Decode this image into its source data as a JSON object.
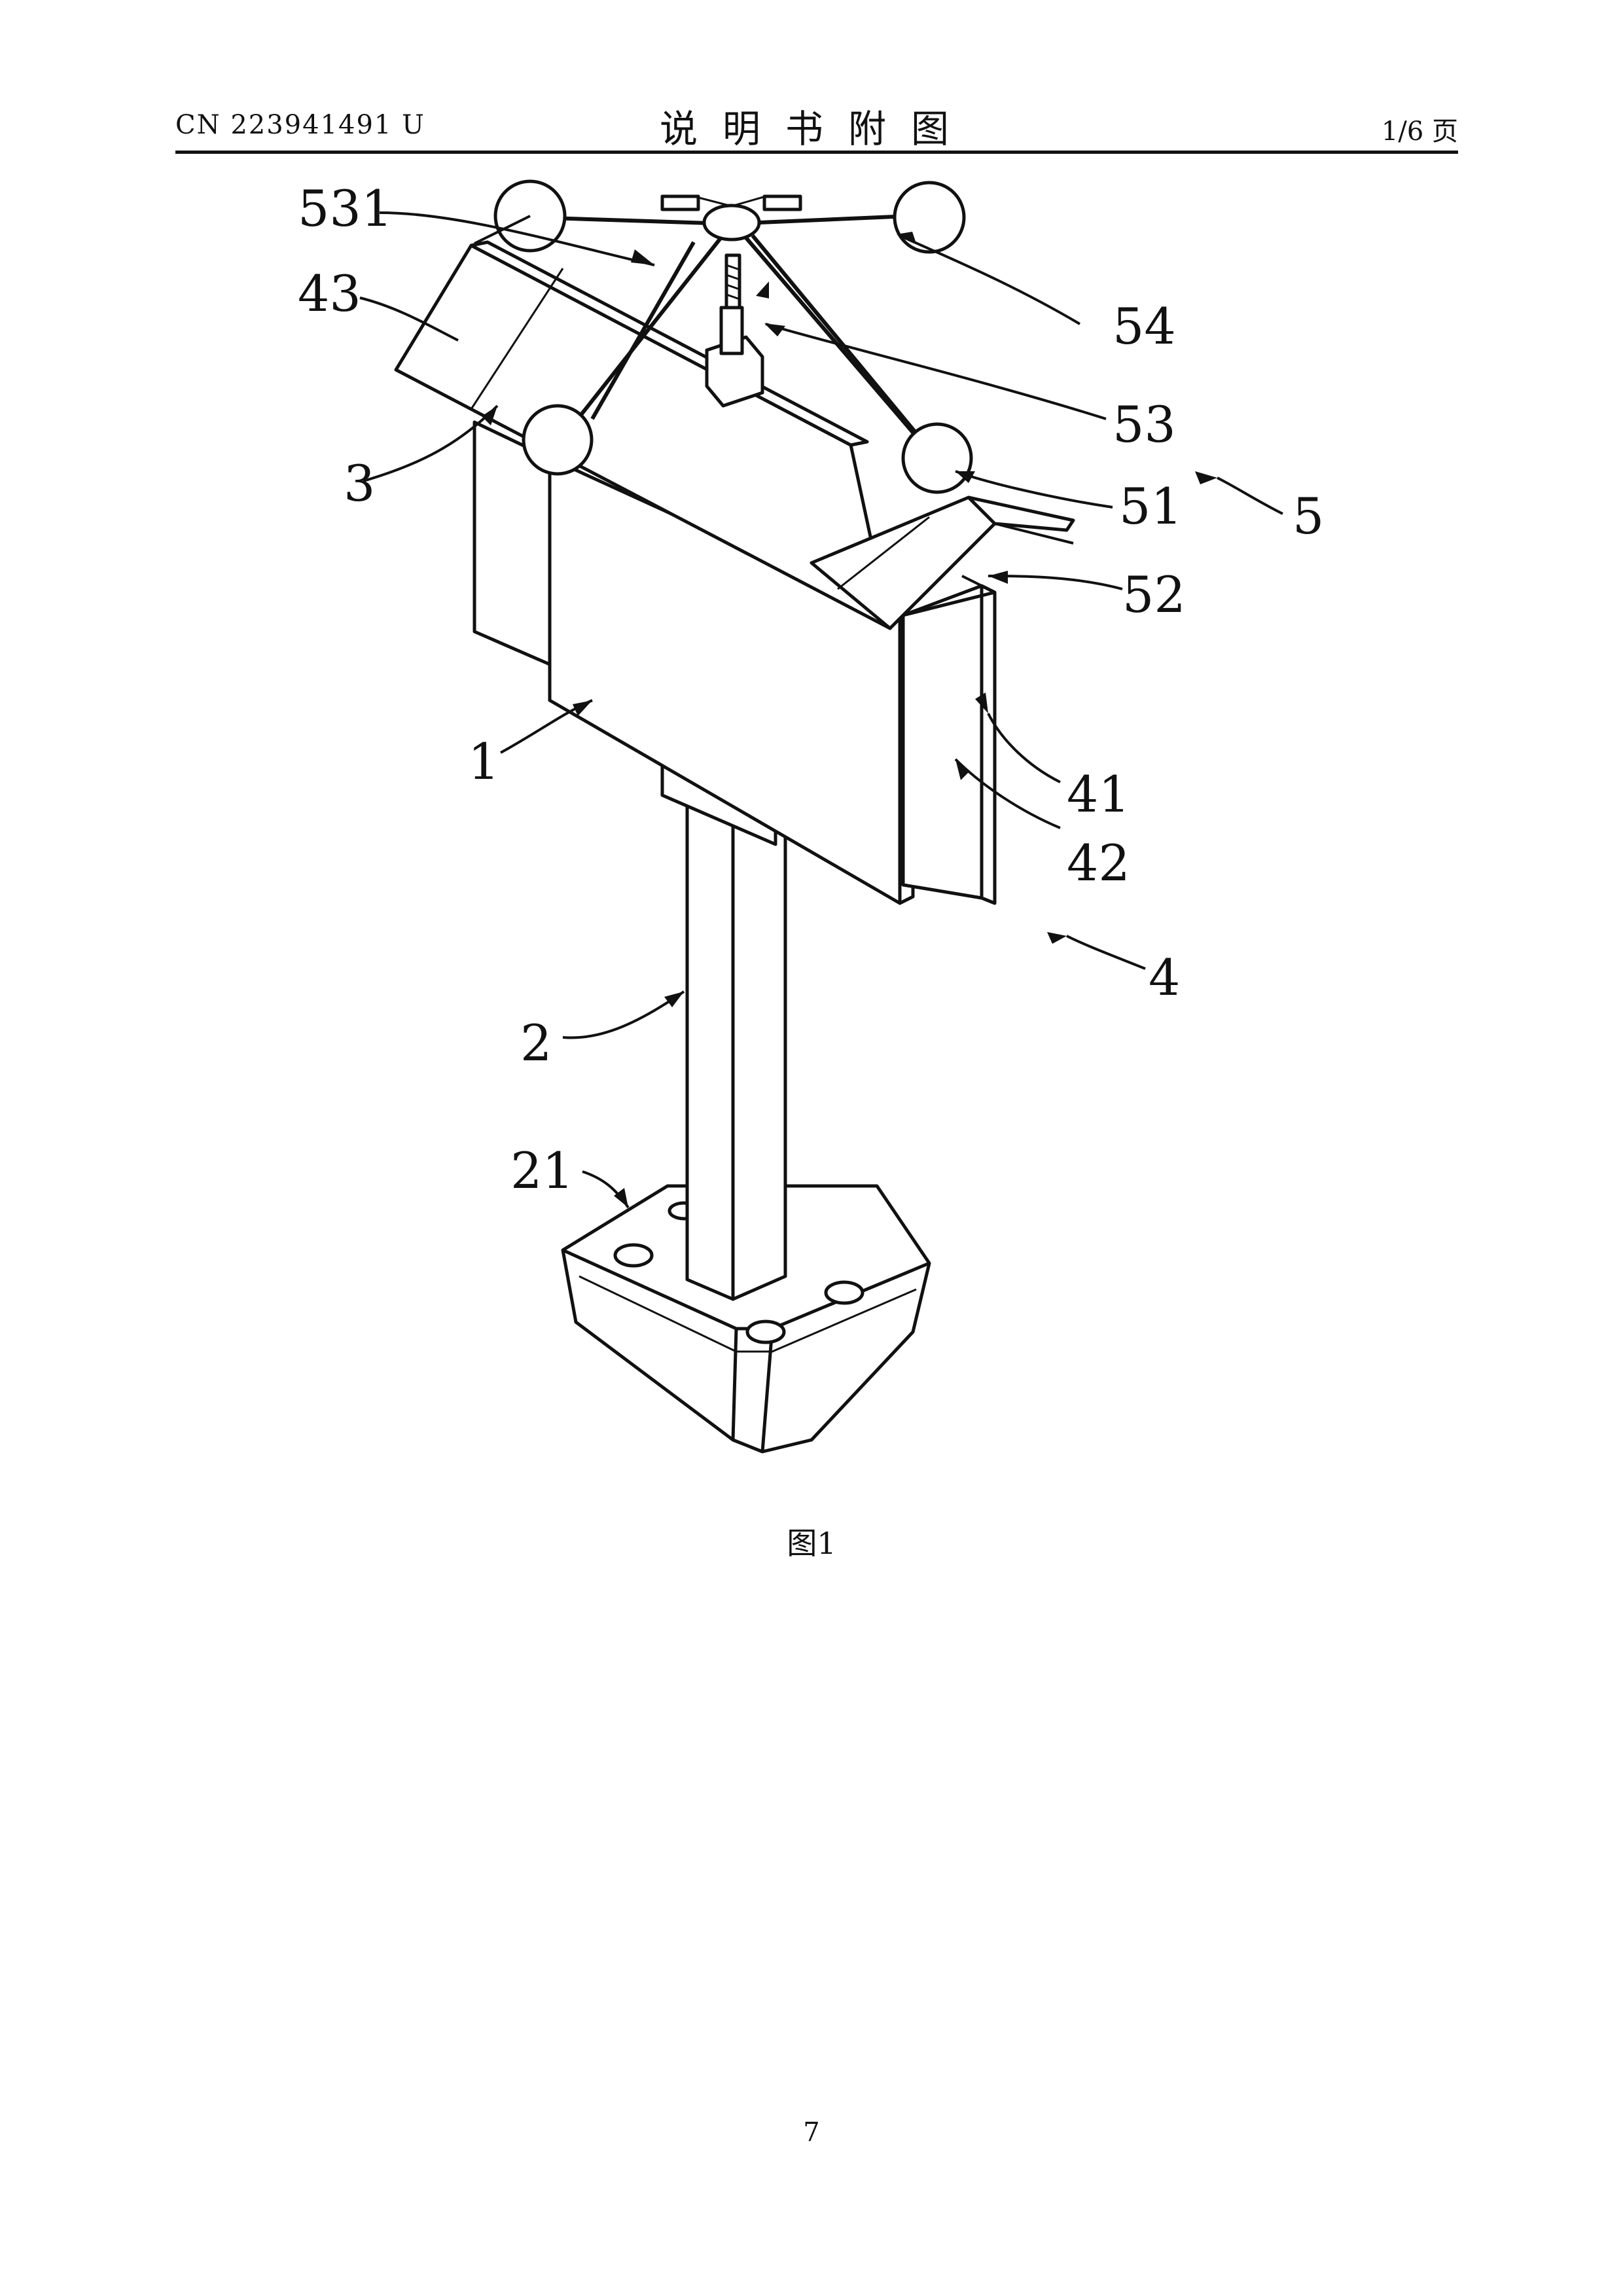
{
  "header": {
    "publication_number": "CN 223941491 U",
    "title": "说明书附图",
    "page_indicator": "1/6 页"
  },
  "figure": {
    "caption": "图1",
    "labels": {
      "l531": "531",
      "l43": "43",
      "l3": "3",
      "l54": "54",
      "l53": "53",
      "l51": "51",
      "l5": "5",
      "l52": "52",
      "l1": "1",
      "l41": "41",
      "l42": "42",
      "l4": "4",
      "l2": "2",
      "l21": "21"
    }
  },
  "footer": {
    "page_number": "7"
  }
}
